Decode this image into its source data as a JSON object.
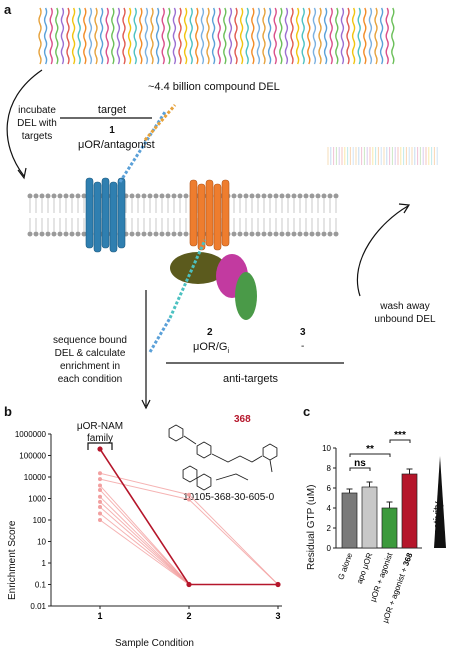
{
  "panel_a": {
    "letter": "a",
    "library_label": "~4.4 billion compound DEL",
    "incubate_text": [
      "incubate",
      "DEL with",
      "targets"
    ],
    "target_header": "target",
    "target_number": "1",
    "target_name": "μOR/antagonist",
    "wash_text": [
      "wash away",
      "unbound DEL"
    ],
    "sequence_text": [
      "sequence bound",
      "DEL & calculate",
      "enrichment in",
      "each condition"
    ],
    "anti_number_2": "2",
    "anti_name_2": "μOR/G",
    "anti_name_2_sub": "i",
    "anti_number_3": "3",
    "anti_name_3": "-",
    "anti_targets_label": "anti-targets"
  },
  "panel_b": {
    "letter": "b",
    "family_label": [
      "μOR-NAM",
      "family"
    ],
    "compound_number": "368",
    "compound_id": "10105-368-30-605-0",
    "colors": {
      "highlight": "#b5162b",
      "family": "#f2a0a0"
    }
  },
  "panel_c": {
    "letter": "c",
    "activity_label": "activity",
    "colors": {
      "G_alone": "#7a7a7a",
      "apo": "#c8c8c8",
      "agonist": "#3c9a3c",
      "agonist_368": "#b5162b"
    },
    "annotations": {
      "ns": "ns",
      "sig1": "**",
      "sig2": "***"
    }
  },
  "chart_data": [
    {
      "type": "line",
      "ylabel": "Enrichment Score",
      "xlabel": "Sample Condition",
      "y_scale": "log",
      "ylim": [
        0.01,
        1000000
      ],
      "y_ticks": [
        "1000000",
        "100000",
        "10000",
        "1000",
        "100",
        "10",
        "1",
        "0.1",
        "0.01"
      ],
      "x": [
        "1",
        "2",
        "3"
      ],
      "series": [
        {
          "values": [
            200000,
            0.1,
            0.1
          ],
          "highlight": true
        },
        {
          "values": [
            15000,
            1500,
            0.1
          ]
        },
        {
          "values": [
            8000,
            900,
            0.1
          ]
        },
        {
          "values": [
            4000,
            0.1,
            0.1
          ]
        },
        {
          "values": [
            2500,
            0.1,
            0.1
          ]
        },
        {
          "values": [
            1200,
            0.1,
            0.1
          ]
        },
        {
          "values": [
            700,
            0.1,
            0.1
          ]
        },
        {
          "values": [
            400,
            0.1,
            0.1
          ]
        },
        {
          "values": [
            200,
            0.1,
            0.1
          ]
        },
        {
          "values": [
            100,
            0.1,
            0.1
          ]
        }
      ]
    },
    {
      "type": "bar",
      "ylabel": "Residual GTP (uM)",
      "ylim": [
        0,
        10
      ],
      "y_ticks": [
        "0",
        "2",
        "4",
        "6",
        "8",
        "10"
      ],
      "categories": [
        "G alone",
        "apo μOR",
        "μOR + agonist",
        "μOR + agonist + 368"
      ],
      "values": [
        5.5,
        6.1,
        4.0,
        7.4
      ],
      "errors": [
        0.4,
        0.5,
        0.6,
        0.5
      ]
    }
  ]
}
